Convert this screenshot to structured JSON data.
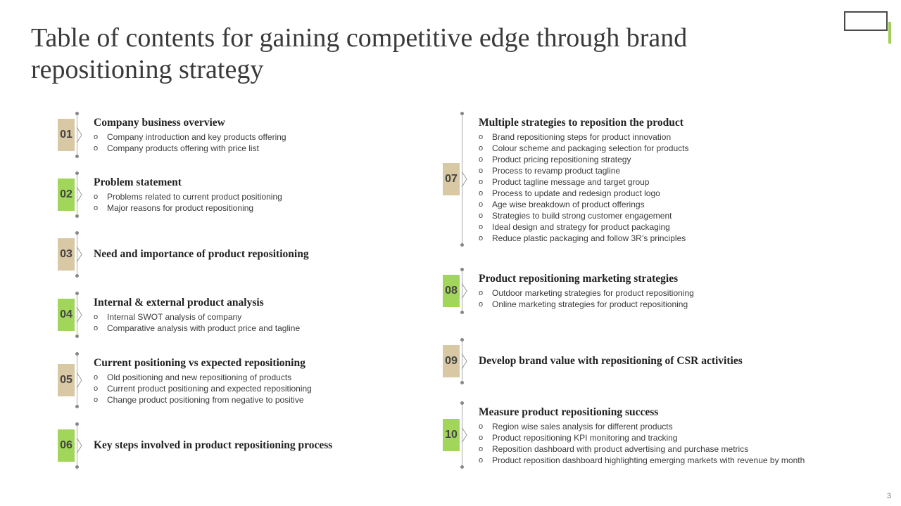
{
  "title": "Table of contents for gaining competitive edge through brand repositioning strategy",
  "page_number": "3",
  "colors": {
    "tan": "#d8c8a3",
    "green": "#a2d65b",
    "accent": "#a2cd57"
  },
  "left_items": [
    {
      "num": "01",
      "color": "tan",
      "heading": "Company business overview",
      "bullets": [
        "Company introduction and key products offering",
        "Company products offering  with price list"
      ]
    },
    {
      "num": "02",
      "color": "green",
      "heading": "Problem statement",
      "bullets": [
        "Problems related to current product positioning",
        "Major reasons for product repositioning"
      ]
    },
    {
      "num": "03",
      "color": "tan",
      "heading": "Need and importance of product repositioning",
      "bullets": []
    },
    {
      "num": "04",
      "color": "green",
      "heading": "Internal & external product analysis",
      "bullets": [
        "Internal  SWOT analysis of company",
        "Comparative  analysis with product price and tagline"
      ]
    },
    {
      "num": "05",
      "color": "tan",
      "heading": "Current positioning vs expected repositioning",
      "bullets": [
        "Old positioning and new repositioning of products",
        "Current  product  positioning and expected repositioning",
        "Change  product  positioning from negative  to positive"
      ]
    },
    {
      "num": "06",
      "color": "green",
      "heading": "Key steps involved in product repositioning process",
      "bullets": []
    }
  ],
  "right_items": [
    {
      "num": "07",
      "color": "tan",
      "heading": "Multiple strategies to reposition the product",
      "bullets": [
        "Brand repositioning steps for product innovation",
        "Colour scheme and packaging selection for products",
        "Product pricing repositioning strategy",
        "Process to revamp  product tagline",
        "Product tagline message and target group",
        "Process to update and redesign product logo",
        "Age wise breakdown  of product offerings",
        "Strategies to build strong customer engagement",
        "Ideal design and strategy for  product packaging",
        "Reduce plastic packaging and follow  3R’s principles"
      ]
    },
    {
      "num": "08",
      "color": "green",
      "heading": "Product repositioning marketing strategies",
      "bullets": [
        "Outdoor marketing strategies for product repositioning",
        "Online marketing strategies for product repositioning"
      ]
    },
    {
      "num": "09",
      "color": "tan",
      "heading": "Develop brand value with repositioning of CSR activities",
      "bullets": []
    },
    {
      "num": "10",
      "color": "green",
      "heading": "Measure product repositioning success",
      "bullets": [
        "Region wise sales analysis for different  products",
        "Product repositioning  KPI monitoring  and tracking",
        "Reposition dashboard with product advertising and purchase metrics",
        "Product reposition dashboard  highlighting emerging markets with revenue  by month"
      ]
    }
  ]
}
